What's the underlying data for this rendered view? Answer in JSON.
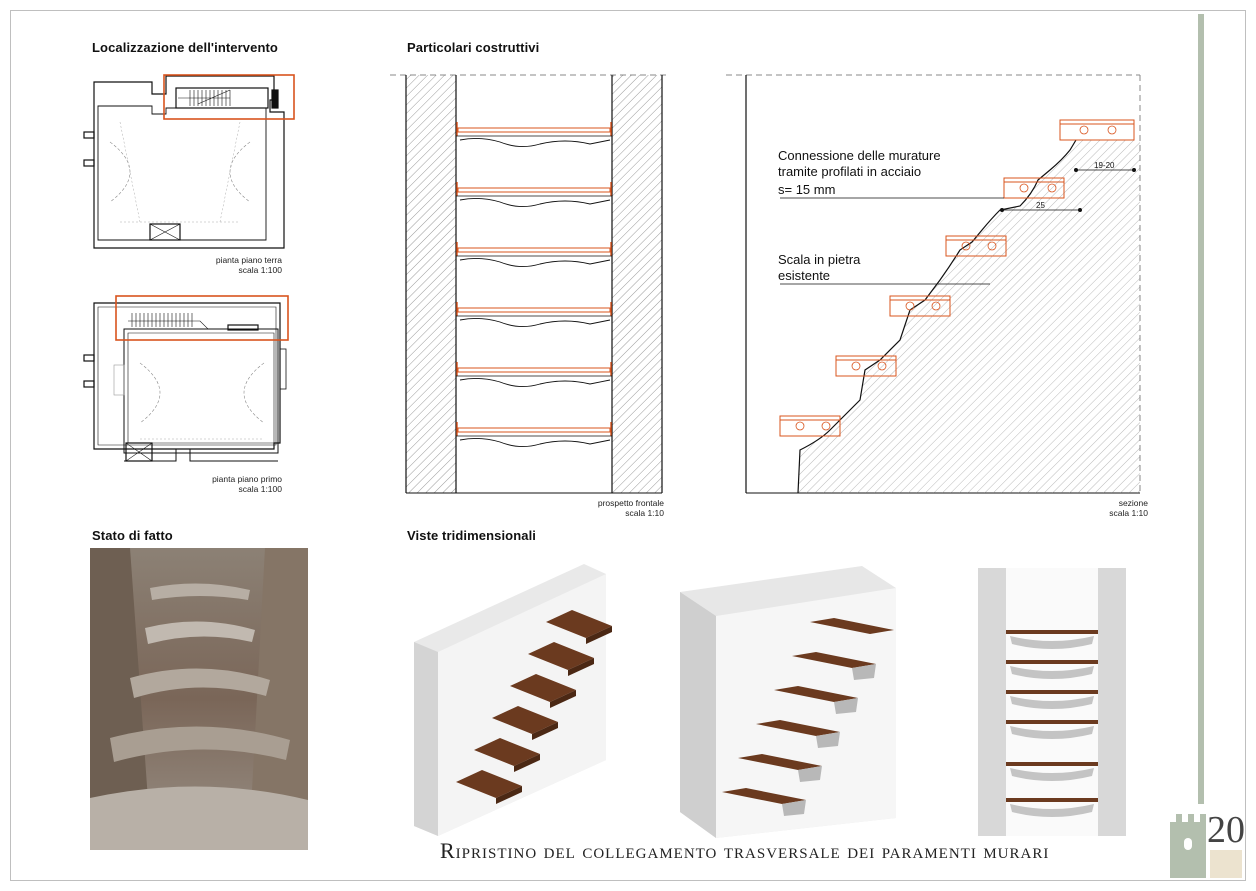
{
  "sections": {
    "localizzazione": "Localizzazione dell'intervento",
    "particolari": "Particolari costruttivi",
    "stato": "Stato di fatto",
    "viste": "Viste tridimensionali"
  },
  "plans": {
    "ground_name": "pianta piano terra",
    "ground_scale": "scala 1:100",
    "first_name": "pianta piano primo",
    "first_scale": "scala 1:100"
  },
  "details": {
    "front_name": "prospetto frontale",
    "front_scale": "scala 1:10",
    "section_name": "sezione",
    "section_scale": "scala 1:10",
    "annotation_connection_1": "Connessione delle murature",
    "annotation_connection_2": "tramite profilati in acciaio",
    "annotation_connection_3": "s= 15 mm",
    "annotation_stair_1": "Scala in pietra",
    "annotation_stair_2": "esistente",
    "dim_25": "25",
    "dim_19_20": "19-20"
  },
  "page_number": "20",
  "footer_title": "Ripristino del collegamento trasversale dei paramenti murari",
  "colors": {
    "accent_orange": "#d9541e",
    "sage": "#b3bfae",
    "beige": "#ece3cf",
    "wood": "#6b3a1f"
  }
}
